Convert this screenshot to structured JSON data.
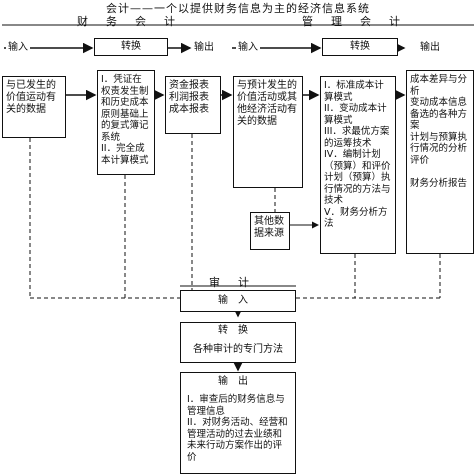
{
  "title": "会计——一个以提供财务信息为主的经济信息系统",
  "sections": {
    "financial": "财务会计",
    "management": "管理会计",
    "audit": "审计"
  },
  "flow_labels": {
    "input": "输入",
    "transform": "转换",
    "output": "输出"
  },
  "financial": {
    "input_box": "与已发生的价值运动有关的数据",
    "transform_box": "I．凭证在权责发生制和历史成本原则基础上的复式簿记系统\nII．完全成本计算模式",
    "output_box": "资金报表利润报表成本报表"
  },
  "management": {
    "input_box": "与预计发生的价值活动或其他经济活动有关的数据",
    "transform_box": "I．标准成本计算模式\nII．变动成本计算模式\nIII．求最优方案的运筹技术\nIV．编制计划（预算）和评价计划（预算）执行情况的方法与技术\nV．财务分析方法",
    "output_box": "成本差异与分析\n变动成本信息\n备选的各种方案\n计划与预算执行情况的分析评价\n\n财务分析报告",
    "other_source": "其他数据来源"
  },
  "audit": {
    "input_label": "输入",
    "transform_label": "转换",
    "transform_box": "各种审计的专门方法",
    "output_label": "输出",
    "output_box": "I．审查后的财务信息与管理信息\nII．对财务活动、经营和管理活动的过去业绩和未来行动方案作出的评价"
  }
}
